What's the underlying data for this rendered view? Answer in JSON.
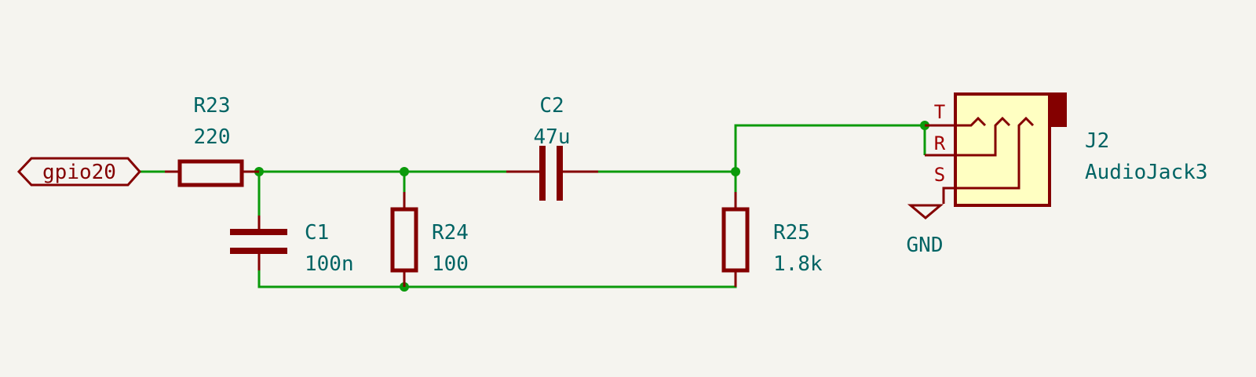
{
  "colors": {
    "wire": "#0b9a0b",
    "symbol": "#840000",
    "text": "#006464",
    "jack_fill": "#ffffc2",
    "background": "#f5f4ef"
  },
  "global_label": "gpio20",
  "components": {
    "R23": {
      "ref": "R23",
      "value": "220"
    },
    "C2": {
      "ref": "C2",
      "value": "47u"
    },
    "C1": {
      "ref": "C1",
      "value": "100n"
    },
    "R24": {
      "ref": "R24",
      "value": "100"
    },
    "R25": {
      "ref": "R25",
      "value": "1.8k"
    },
    "J2": {
      "ref": "J2",
      "value": "AudioJack3",
      "pins": [
        "T",
        "R",
        "S"
      ]
    }
  },
  "power": {
    "gnd": "GND"
  }
}
